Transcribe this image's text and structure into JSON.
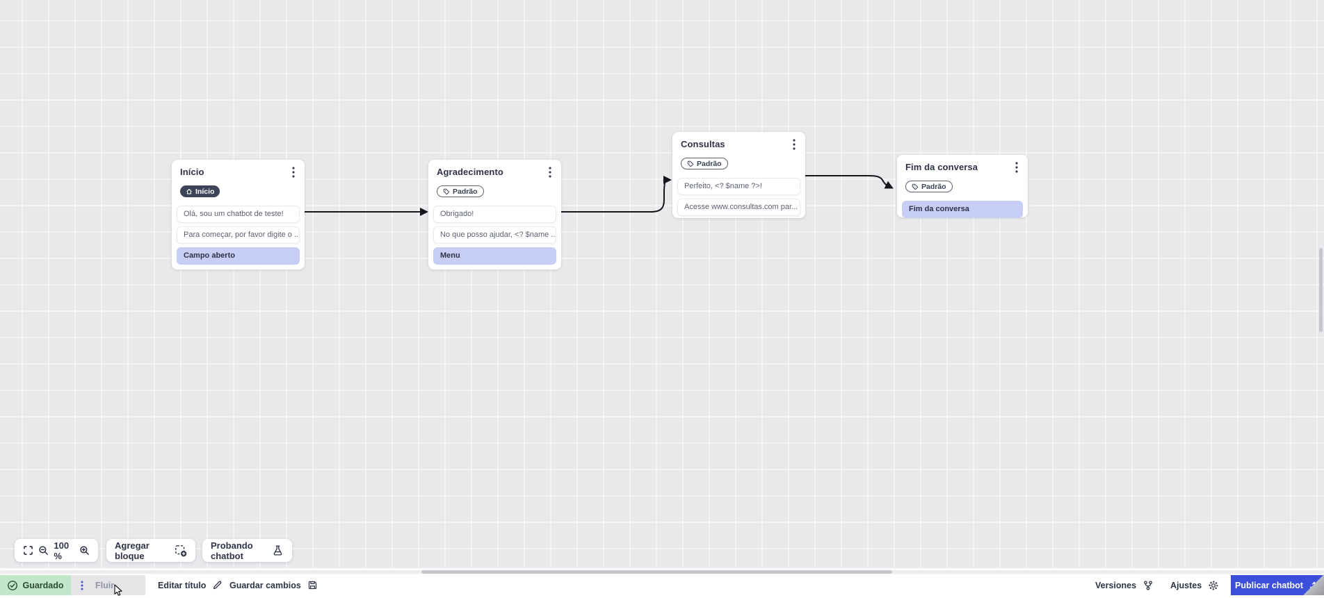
{
  "nodes": [
    {
      "title": "Início",
      "badge": "Início",
      "badge_icon": "home-icon",
      "cards": [
        {
          "text": "Olá, sou um chatbot de teste!"
        },
        {
          "text": "Para começar, por favor digite o ..."
        },
        {
          "text": "Campo aberto"
        }
      ]
    },
    {
      "title": "Agradecimento",
      "badge": "Padrão",
      "badge_icon": "tag-icon",
      "cards": [
        {
          "text": "Obrigado!"
        },
        {
          "text": "No que posso ajudar, <? $name ..."
        },
        {
          "text": "Menu"
        }
      ]
    },
    {
      "title": "Consultas",
      "badge": "Padrão",
      "badge_icon": "tag-icon",
      "cards": [
        {
          "text": "Perfeito, <? $name ?>!"
        },
        {
          "text": "Acesse www.consultas.com par..."
        }
      ]
    },
    {
      "title": "Fim da conversa",
      "badge": "Padrão",
      "badge_icon": "tag-icon",
      "cards": [
        {
          "text": "Fim da conversa"
        }
      ]
    }
  ],
  "canvas_toolbar": {
    "zoom_level": "100 %",
    "add_block": "Agregar bloque",
    "test_chatbot": "Probando chatbot"
  },
  "status_bar": {
    "saved": "Guardado",
    "flow_tab": "Fluir",
    "edit_title": "Editar título",
    "save_changes": "Guardar cambios",
    "versions": "Versiones",
    "settings": "Ajustes",
    "publish": "Publicar chatbot"
  },
  "colors": {
    "accent_blue": "#3b4fdb",
    "saved_green": "#c1e7c9",
    "highlight_card": "#c7cef5",
    "canvas_bg": "#e9e9ec"
  }
}
